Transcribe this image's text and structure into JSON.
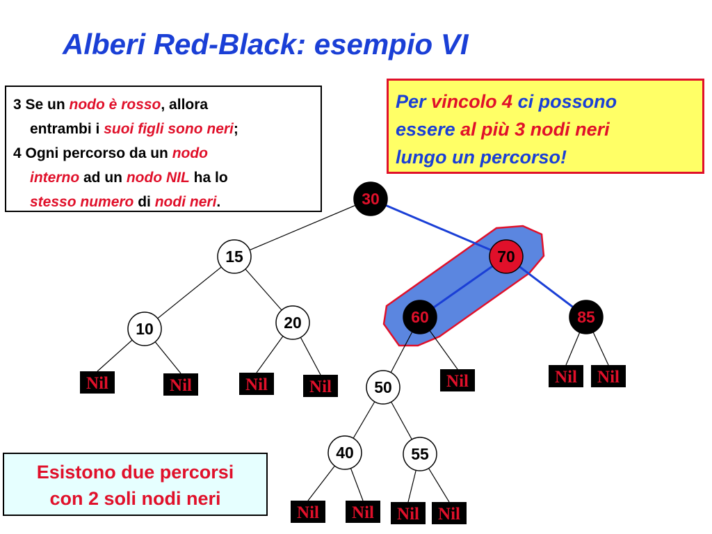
{
  "title": "Alberi Red-Black: esempio VI",
  "rules": {
    "r3_a": "3 Se un ",
    "r3_b": "nodo è rosso",
    "r3_c": ", allora",
    "r3_d": "entrambi i ",
    "r3_e": "suoi figli  sono neri",
    "r3_f": ";",
    "r4_a": "4 Ogni percorso da un ",
    "r4_b": "nodo",
    "r4_c": "interno",
    "r4_d": " ad un ",
    "r4_e": "nodo NIL",
    "r4_f": " ha lo",
    "r4_g": "stesso  numero",
    "r4_h": " di ",
    "r4_i": "nodi neri",
    "r4_j": "."
  },
  "note": {
    "a": "Per ",
    "b": "vincolo 4",
    "c": " ci possono",
    "d": "essere ",
    "e": "al più 3 nodi neri",
    "f": "lungo un percorso!"
  },
  "exist": {
    "line1": "Esistono due percorsi",
    "line2": "con 2 soli nodi neri"
  },
  "colors": {
    "title_blue": "#1a3fd6",
    "red": "#e0102a",
    "path_blue": "#1a3fd6",
    "highlight": "#5b86e0",
    "note_bg": "#ffff66",
    "exist_bg": "#e6ffff"
  },
  "nodes": [
    {
      "id": "n30",
      "label": "30",
      "color": "black"
    },
    {
      "id": "n15",
      "label": "15",
      "color": "white"
    },
    {
      "id": "n70",
      "label": "70",
      "color": "red"
    },
    {
      "id": "n10",
      "label": "10",
      "color": "white"
    },
    {
      "id": "n20",
      "label": "20",
      "color": "white"
    },
    {
      "id": "n60",
      "label": "60",
      "color": "black"
    },
    {
      "id": "n85",
      "label": "85",
      "color": "black"
    },
    {
      "id": "n50",
      "label": "50",
      "color": "white"
    },
    {
      "id": "n40",
      "label": "40",
      "color": "white"
    },
    {
      "id": "n55",
      "label": "55",
      "color": "white"
    }
  ],
  "nil_label": "Nil",
  "edges": [
    {
      "from": "n30",
      "to": "n15",
      "style": "thin"
    },
    {
      "from": "n30",
      "to": "n70",
      "style": "blue"
    },
    {
      "from": "n15",
      "to": "n10",
      "style": "thin"
    },
    {
      "from": "n15",
      "to": "n20",
      "style": "thin"
    },
    {
      "from": "n70",
      "to": "n60",
      "style": "blue"
    },
    {
      "from": "n70",
      "to": "n85",
      "style": "blue"
    },
    {
      "from": "n10",
      "to": "nil1",
      "style": "thin"
    },
    {
      "from": "n10",
      "to": "nil2",
      "style": "thin"
    },
    {
      "from": "n20",
      "to": "nil3",
      "style": "thin"
    },
    {
      "from": "n20",
      "to": "nil4",
      "style": "thin"
    },
    {
      "from": "n60",
      "to": "n50",
      "style": "thin"
    },
    {
      "from": "n60",
      "to": "nil5",
      "style": "thin"
    },
    {
      "from": "n85",
      "to": "nil6",
      "style": "thin"
    },
    {
      "from": "n85",
      "to": "nil7",
      "style": "thin"
    },
    {
      "from": "n50",
      "to": "n40",
      "style": "thin"
    },
    {
      "from": "n50",
      "to": "n55",
      "style": "thin"
    },
    {
      "from": "n40",
      "to": "nil8",
      "style": "thin"
    },
    {
      "from": "n40",
      "to": "nil9",
      "style": "thin"
    },
    {
      "from": "n55",
      "to": "nil10",
      "style": "thin"
    },
    {
      "from": "n55",
      "to": "nil11",
      "style": "thin"
    }
  ]
}
